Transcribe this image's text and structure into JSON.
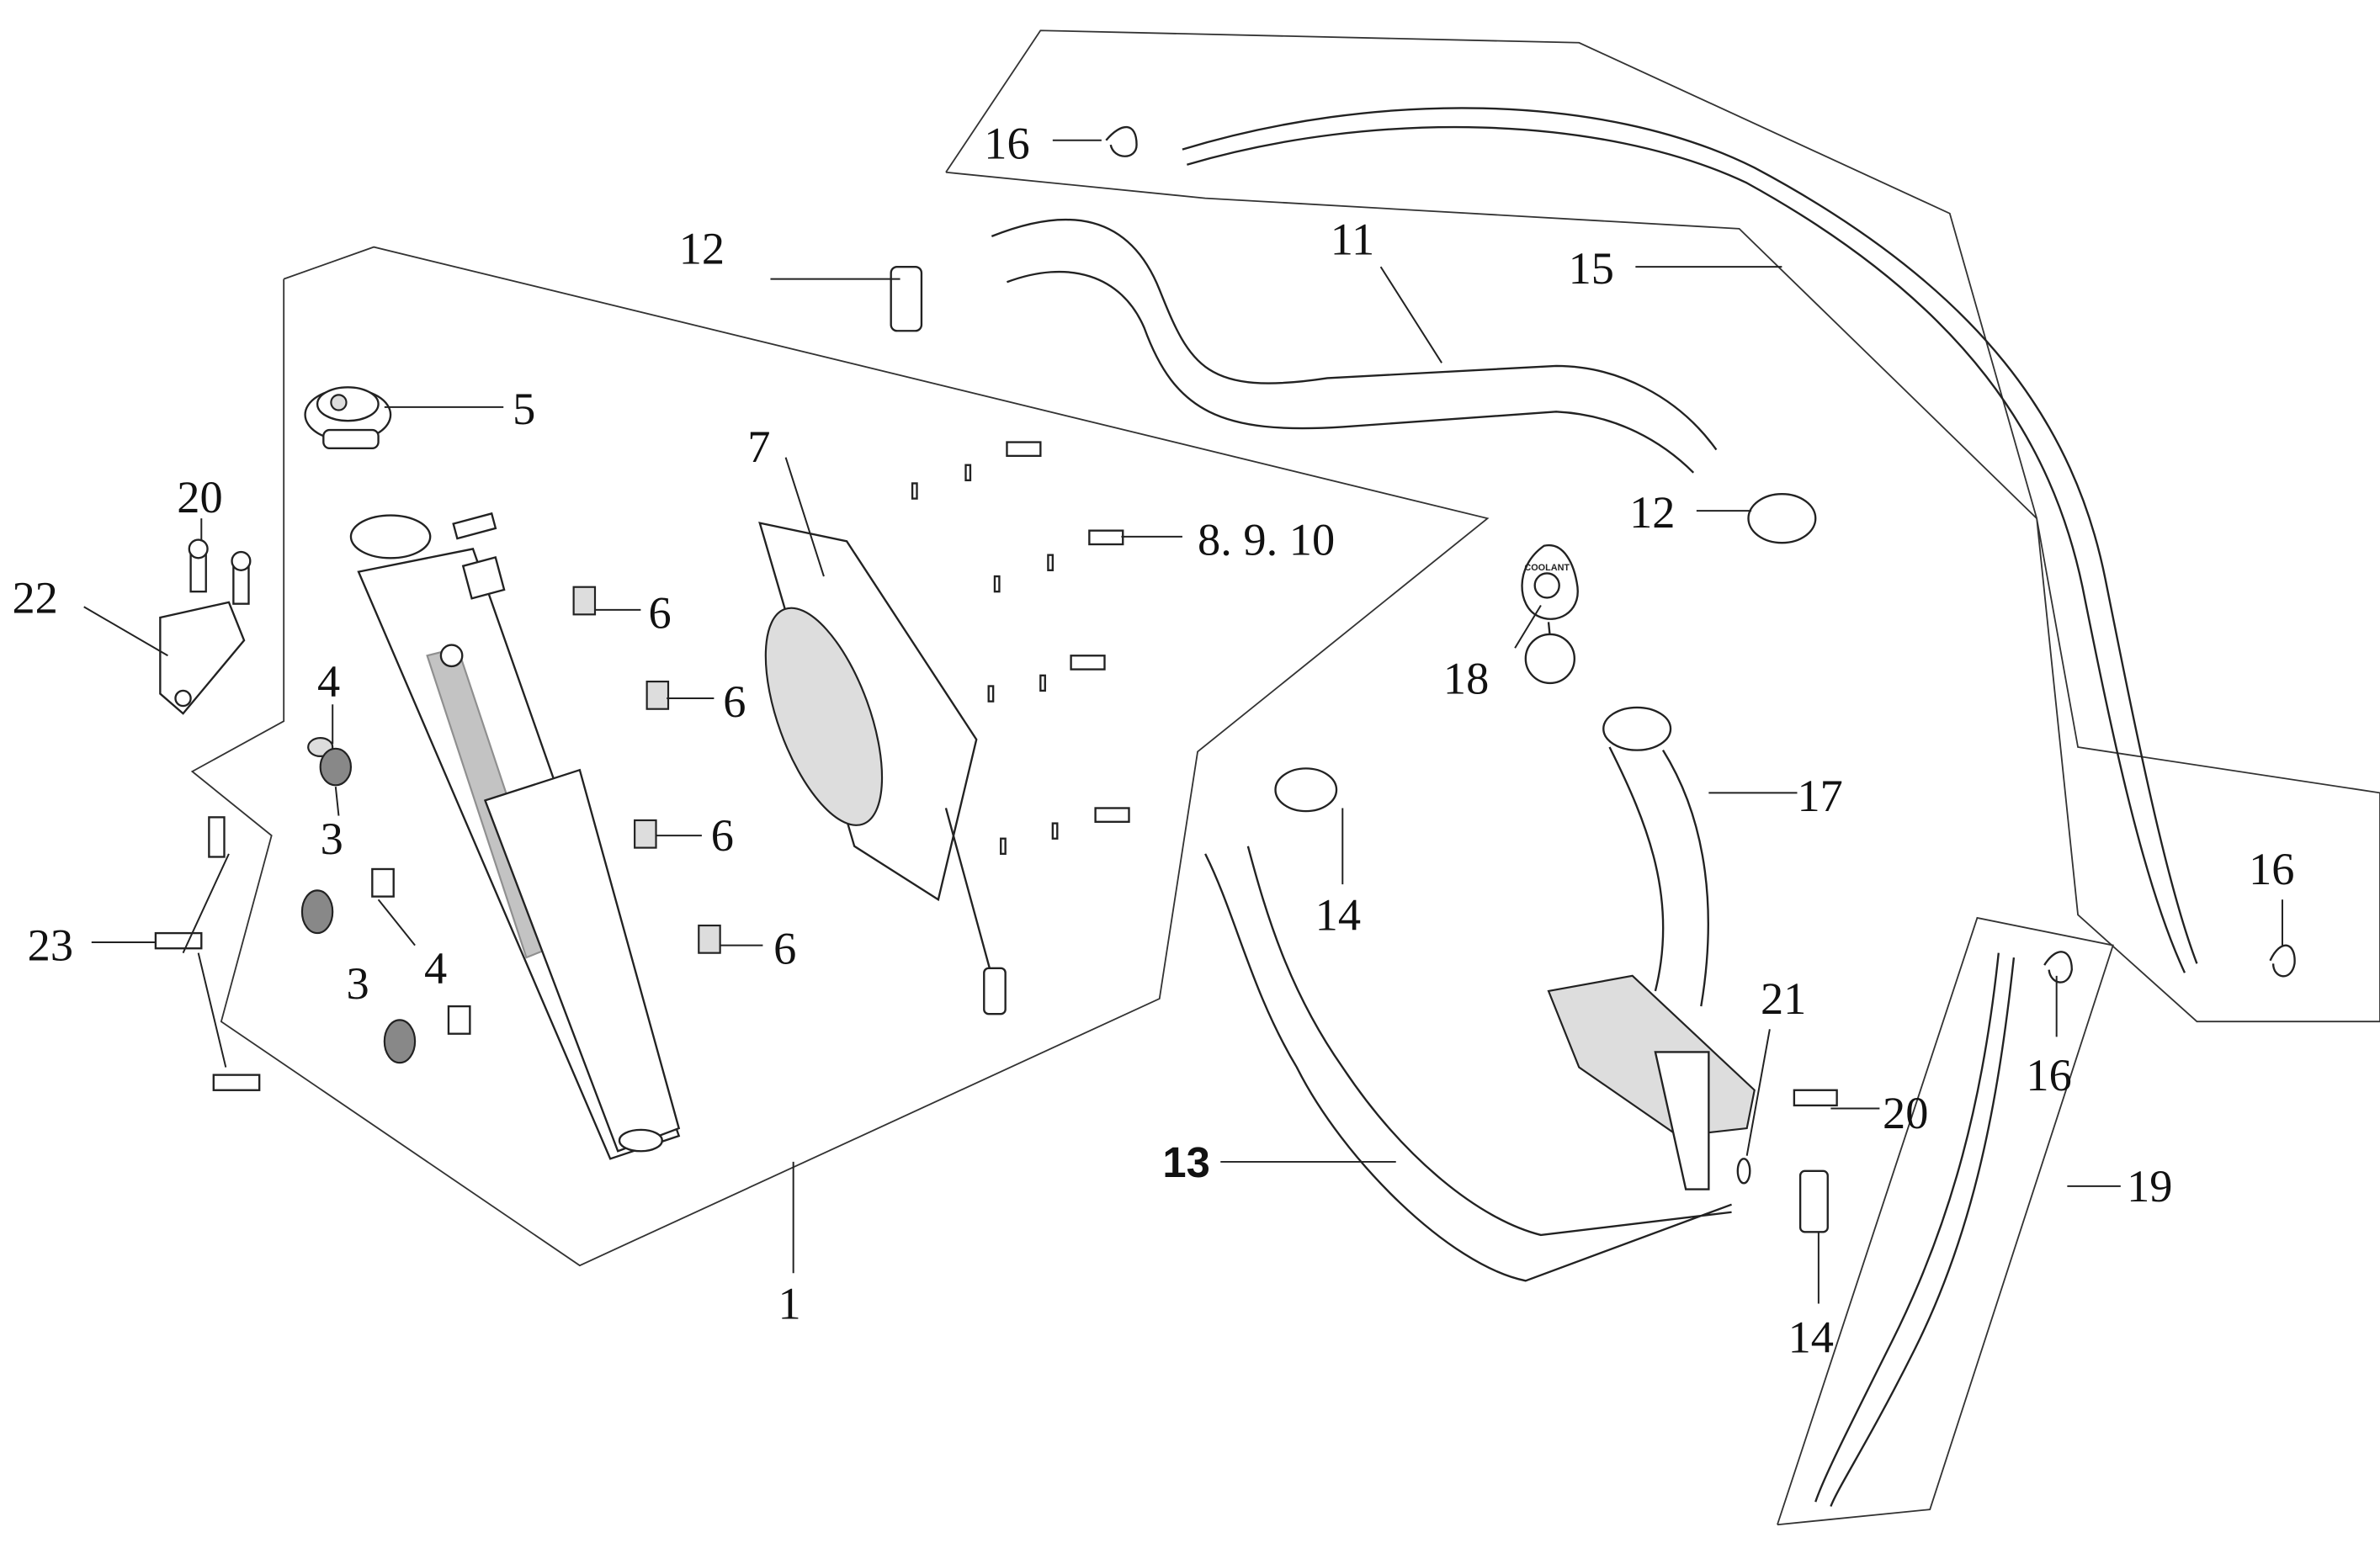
{
  "diagram": {
    "type": "exploded-parts-diagram",
    "subject": "radiator cooling system assembly",
    "callouts": [
      {
        "id": "c1",
        "label": "1"
      },
      {
        "id": "c3a",
        "label": "3"
      },
      {
        "id": "c3b",
        "label": "3"
      },
      {
        "id": "c4a",
        "label": "4"
      },
      {
        "id": "c4b",
        "label": "4"
      },
      {
        "id": "c5",
        "label": "5"
      },
      {
        "id": "c6a",
        "label": "6"
      },
      {
        "id": "c6b",
        "label": "6"
      },
      {
        "id": "c6c",
        "label": "6"
      },
      {
        "id": "c6d",
        "label": "6"
      },
      {
        "id": "c7",
        "label": "7"
      },
      {
        "id": "c8910",
        "label": "8. 9. 10"
      },
      {
        "id": "c11",
        "label": "11"
      },
      {
        "id": "c12a",
        "label": "12"
      },
      {
        "id": "c12b",
        "label": "12"
      },
      {
        "id": "c13",
        "label": "13"
      },
      {
        "id": "c14a",
        "label": "14"
      },
      {
        "id": "c14b",
        "label": "14"
      },
      {
        "id": "c15",
        "label": "15"
      },
      {
        "id": "c16a",
        "label": "16"
      },
      {
        "id": "c16b",
        "label": "16"
      },
      {
        "id": "c16c",
        "label": "16"
      },
      {
        "id": "c17",
        "label": "17"
      },
      {
        "id": "c18",
        "label": "18"
      },
      {
        "id": "c19",
        "label": "19"
      },
      {
        "id": "c20a",
        "label": "20"
      },
      {
        "id": "c20b",
        "label": "20"
      },
      {
        "id": "c21",
        "label": "21"
      },
      {
        "id": "c22",
        "label": "22"
      },
      {
        "id": "c23",
        "label": "23"
      }
    ],
    "cap_marking": "COOLANT"
  }
}
